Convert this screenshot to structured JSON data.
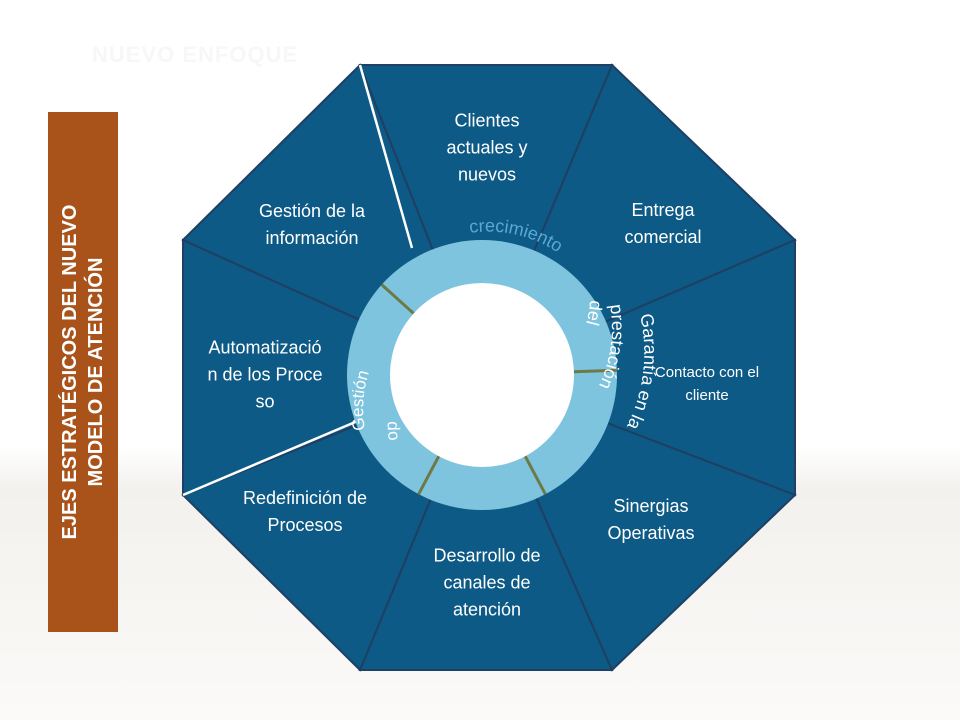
{
  "header": {
    "title": "NUEVO ENFOQUE"
  },
  "side_band": {
    "line1": "EJES ESTRATÉGICOS DEL NUEVO",
    "line2": "MODELO DE ATENCIÓN",
    "color": "#a9521a"
  },
  "colors": {
    "segment_fill": "#0d5a86",
    "ring_fill": "#7ec4de",
    "center_fill": "#ffffff",
    "divider": "#1f3f63",
    "ring_divider": "#6e7a45"
  },
  "segments": [
    {
      "label": "Clientes actuales y nuevos"
    },
    {
      "label": "Entrega comercial"
    },
    {
      "label": "Contacto con el cliente"
    },
    {
      "label": "Sinergias Operativas"
    },
    {
      "label": "Desarrollo de canales de atención"
    },
    {
      "label": "Redefinición de Procesos"
    },
    {
      "label": "Automatización de los Proceso"
    },
    {
      "label": "Gestión de la información"
    }
  ],
  "ring_labels": [
    {
      "text": "crecimiento"
    },
    {
      "text": "Garantía en la"
    },
    {
      "text": "prestación"
    },
    {
      "text": "del"
    },
    {
      "text": "Gestión"
    },
    {
      "text": "op"
    }
  ]
}
